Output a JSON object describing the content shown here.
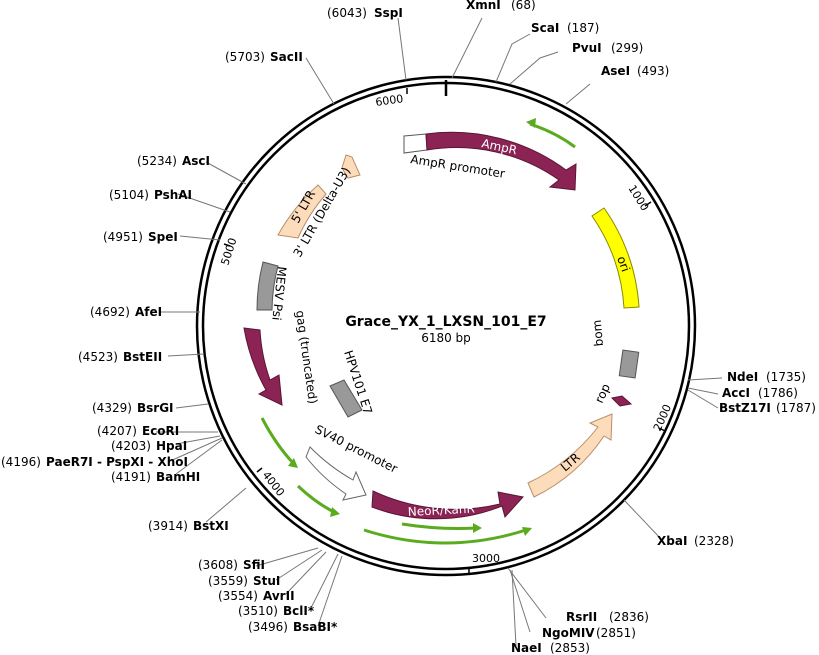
{
  "plasmid": {
    "name": "Grace_YX_1_LXSN_101_E7",
    "size_label": "6180 bp",
    "length": 6180
  },
  "ticks": [
    {
      "pos": 1000,
      "label": "1000"
    },
    {
      "pos": 2000,
      "label": "2000"
    },
    {
      "pos": 3000,
      "label": "3000"
    },
    {
      "pos": 4000,
      "label": "4000"
    },
    {
      "pos": 5000,
      "label": "5000"
    },
    {
      "pos": 6000,
      "label": "6000"
    }
  ],
  "features": [
    {
      "id": "ampr-promoter",
      "label": "AmpR promoter",
      "color": "#ffffff",
      "start": 6115,
      "end": 6180
    },
    {
      "id": "ampr",
      "label": "AmpR",
      "color": "#8c2355",
      "start": 0,
      "end": 860
    },
    {
      "id": "ori",
      "label": "ori",
      "color": "#ffff00",
      "start": 1030,
      "end": 1620
    },
    {
      "id": "rop",
      "label": "rop",
      "color": "#8c2355",
      "start": 1880,
      "end": 1950
    },
    {
      "id": "bom",
      "label": "bom",
      "color": "#999999",
      "start": 1700,
      "end": 1840
    },
    {
      "id": "ltr",
      "label": "LTR",
      "color": "#fddcbb",
      "start": 2200,
      "end": 2760
    },
    {
      "id": "neor-kanr",
      "label": "NeoR/KanR",
      "color": "#8c2355",
      "start": 2900,
      "end": 3700
    },
    {
      "id": "sv40-promoter",
      "label": "SV40 promoter",
      "color": "#ffffff",
      "start": 3700,
      "end": 4050
    },
    {
      "id": "hpv101-e7",
      "label": "HPV101 E7",
      "color": "#999999",
      "start": 4220,
      "end": 4520
    },
    {
      "id": "gag-truncated",
      "label": "gag (truncated)",
      "color": "#8c2355",
      "start": 4230,
      "end": 4650
    },
    {
      "id": "mesv-psi",
      "label": "MESV Psi",
      "color": "#999999",
      "start": 4700,
      "end": 4960
    },
    {
      "id": "three-ltr",
      "label": "3' LTR (Delta-U3)",
      "color": "#fddcbb",
      "start": 5040,
      "end": 5420
    },
    {
      "id": "five-ltr",
      "label": "5' LTR",
      "color": "#fddcbb",
      "start": 5420,
      "end": 5700
    }
  ],
  "enzymes": [
    {
      "name": "SspI",
      "pos_label": "(6043)"
    },
    {
      "name": "XmnI",
      "pos_label": "(68)"
    },
    {
      "name": "ScaI",
      "pos_label": "(187)"
    },
    {
      "name": "PvuI",
      "pos_label": "(299)"
    },
    {
      "name": "AseI",
      "pos_label": "(493)"
    },
    {
      "name": "SacII",
      "pos_label": "(5703)"
    },
    {
      "name": "AscI",
      "pos_label": "(5234)"
    },
    {
      "name": "PshAI",
      "pos_label": "(5104)"
    },
    {
      "name": "SpeI",
      "pos_label": "(4951)"
    },
    {
      "name": "AfeI",
      "pos_label": "(4692)"
    },
    {
      "name": "BstEII",
      "pos_label": "(4523)"
    },
    {
      "name": "BsrGI",
      "pos_label": "(4329)"
    },
    {
      "name": "EcoRI",
      "pos_label": "(4207)"
    },
    {
      "name": "HpaI",
      "pos_label": "(4203)"
    },
    {
      "name": "PaeR7I - PspXI - XhoI",
      "pos_label": "(4196)"
    },
    {
      "name": "BamHI",
      "pos_label": "(4191)"
    },
    {
      "name": "BstXI",
      "pos_label": "(3914)"
    },
    {
      "name": "SfiI",
      "pos_label": "(3608)"
    },
    {
      "name": "StuI",
      "pos_label": "(3559)"
    },
    {
      "name": "AvrII",
      "pos_label": "(3554)"
    },
    {
      "name": "BclI*",
      "pos_label": "(3510)"
    },
    {
      "name": "BsaBI*",
      "pos_label": "(3496)"
    },
    {
      "name": "NdeI",
      "pos_label": "(1735)"
    },
    {
      "name": "AccI",
      "pos_label": "(1786)"
    },
    {
      "name": "BstZ17I",
      "pos_label": "(1787)"
    },
    {
      "name": "XbaI",
      "pos_label": "(2328)"
    },
    {
      "name": "RsrII",
      "pos_label": "(2836)"
    },
    {
      "name": "NgoMIV",
      "pos_label": "(2851)"
    },
    {
      "name": "NaeI",
      "pos_label": "(2853)"
    }
  ],
  "colors": {
    "maroon": "#8c2355",
    "peach": "#fddcbb",
    "yellow": "#ffff00",
    "gray": "#999999",
    "green": "#5aab1e"
  }
}
